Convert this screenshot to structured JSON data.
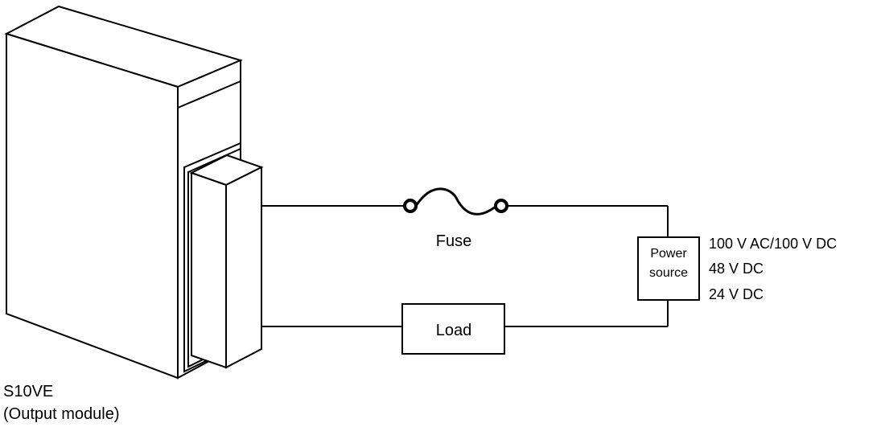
{
  "module": {
    "name": "S10VE",
    "description": "(Output module)"
  },
  "fuse": {
    "label": "Fuse"
  },
  "load": {
    "label": "Load"
  },
  "power_source": {
    "label_line1": "Power",
    "label_line2": "source",
    "voltages": [
      "100 V AC/100 V DC",
      "48 V DC",
      "24 V DC"
    ]
  }
}
